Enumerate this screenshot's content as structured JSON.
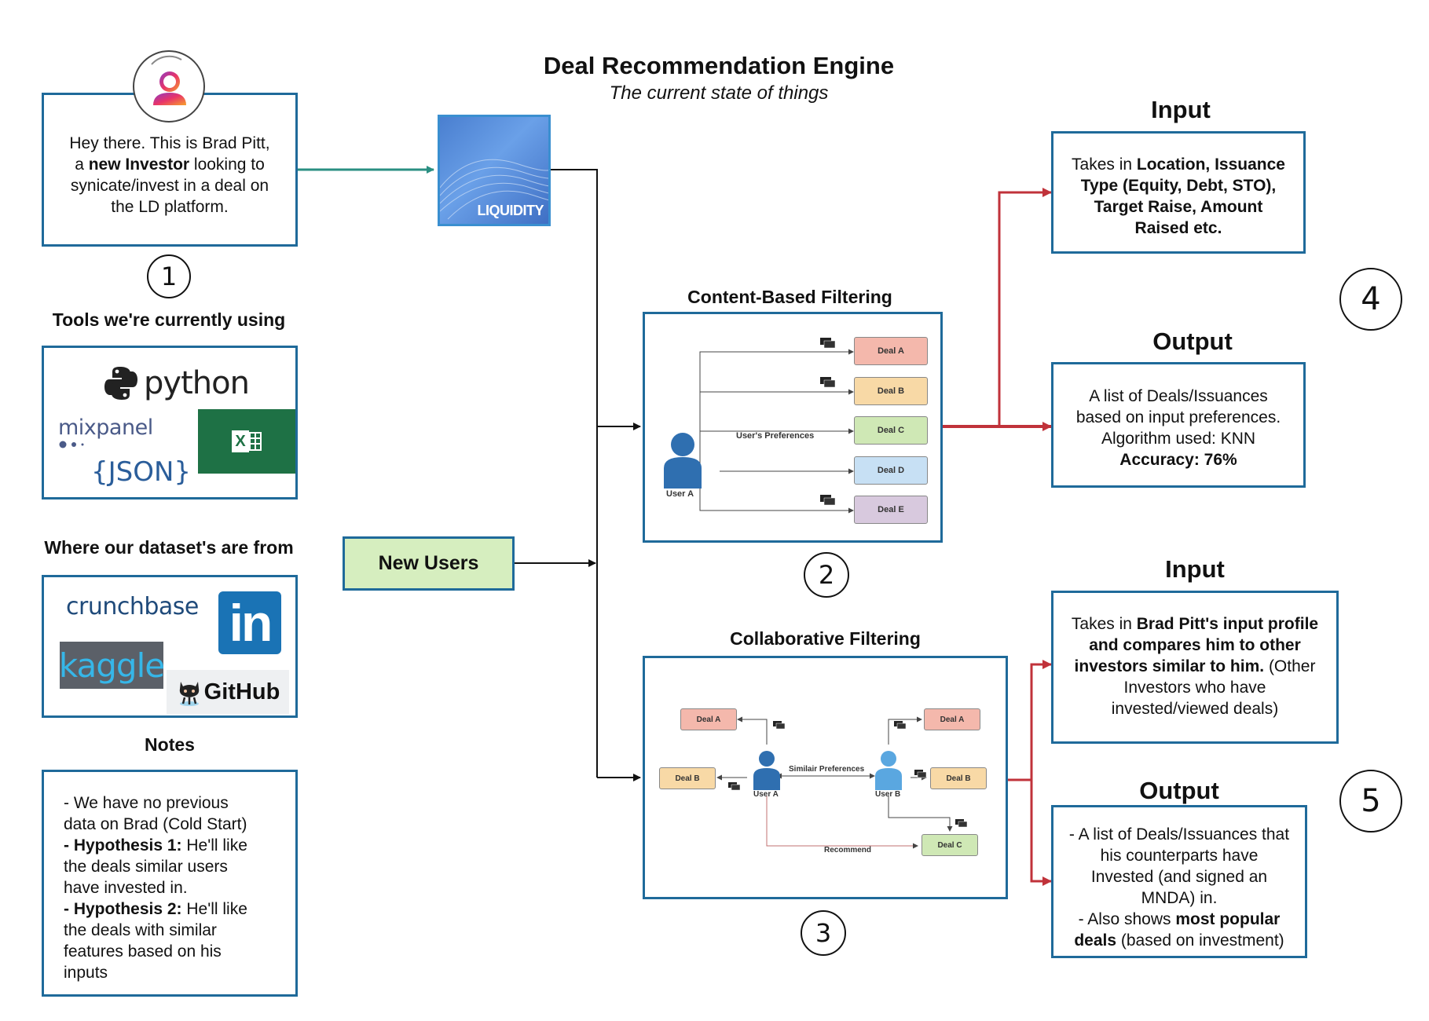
{
  "title": "Deal Recommendation Engine",
  "subtitle": "The current state of things",
  "intro": {
    "line1": "Hey there. This is Brad Pitt,",
    "line2_pre": "a ",
    "line2_bold": "new Investor",
    "line2_post": " looking to",
    "line3": "synicate/invest in a deal on",
    "line4": "the LD platform."
  },
  "step_numbers": [
    "1",
    "2",
    "3",
    "4",
    "5"
  ],
  "tools": {
    "heading": "Tools we're currently using",
    "python": "python",
    "mixpanel": "mixpanel",
    "json": "{JSON}",
    "excel": "X"
  },
  "datasets": {
    "heading": "Where our dataset's are from",
    "crunchbase": "crunchbase",
    "linkedin": "in",
    "kaggle": "kaggle",
    "github": "GitHub"
  },
  "notes": {
    "heading": "Notes",
    "l1": "- We have no previous",
    "l2": "data on Brad (Cold Start)",
    "l3_bold": "- Hypothesis 1:",
    "l3_rest": " He'll like",
    "l4": "the deals similar users",
    "l5": "have invested in.",
    "l6_bold": "- Hypothesis 2:",
    "l6_rest": " He'll like",
    "l7": "the deals with similar",
    "l8": "features based on his",
    "l9": "inputs"
  },
  "liquidity_logo": "LIQUIDITY",
  "new_users": "New Users",
  "content_based": {
    "heading": "Content-Based Filtering",
    "deals": [
      "Deal A",
      "Deal B",
      "Deal C",
      "Deal D",
      "Deal E"
    ],
    "user": "User A",
    "preferences": "User's Preferences"
  },
  "collaborative": {
    "heading": "Collaborative Filtering",
    "deal_a_left": "Deal A",
    "deal_b_left": "Deal B",
    "deal_a_right": "Deal A",
    "deal_b_right": "Deal B",
    "deal_c": "Deal C",
    "user_a": "User A",
    "user_b": "User B",
    "similar": "Similair Preferences",
    "recommend": "Recommend"
  },
  "input1": {
    "heading": "Input",
    "pre": "Takes in ",
    "b1": "Location, Issuance",
    "b2": "Type (Equity, Debt, STO),",
    "b3": "Target Raise, Amount",
    "b4": "Raised etc."
  },
  "output1": {
    "heading": "Output",
    "l1": "A list of Deals/Issuances",
    "l2": "based on input preferences.",
    "l3": "Algorithm used: KNN",
    "l4": "Accuracy: 76%"
  },
  "input2": {
    "heading": "Input",
    "pre": "Takes in ",
    "b1": "Brad Pitt's input profile",
    "b2": "and compares him to other",
    "b3": "investors similar to him.",
    "r3": " (Other",
    "l4": "Investors who have",
    "l5": "invested/viewed deals)"
  },
  "output2": {
    "heading": "Output",
    "l1": "- A list of Deals/Issuances that",
    "l2": "his counterparts have",
    "l3": "Invested (and signed an",
    "l4": "MNDA) in.",
    "l5_pre": "- Also shows  ",
    "l5_bold": "most popular",
    "l6_bold": "deals",
    "l6_rest": " (based on investment)"
  },
  "colors": {
    "box_border": "#1f6a9a",
    "teal_arrow": "#2a8f82",
    "red_arrow": "#c0323a",
    "new_users_fill": "#d6eebf"
  }
}
